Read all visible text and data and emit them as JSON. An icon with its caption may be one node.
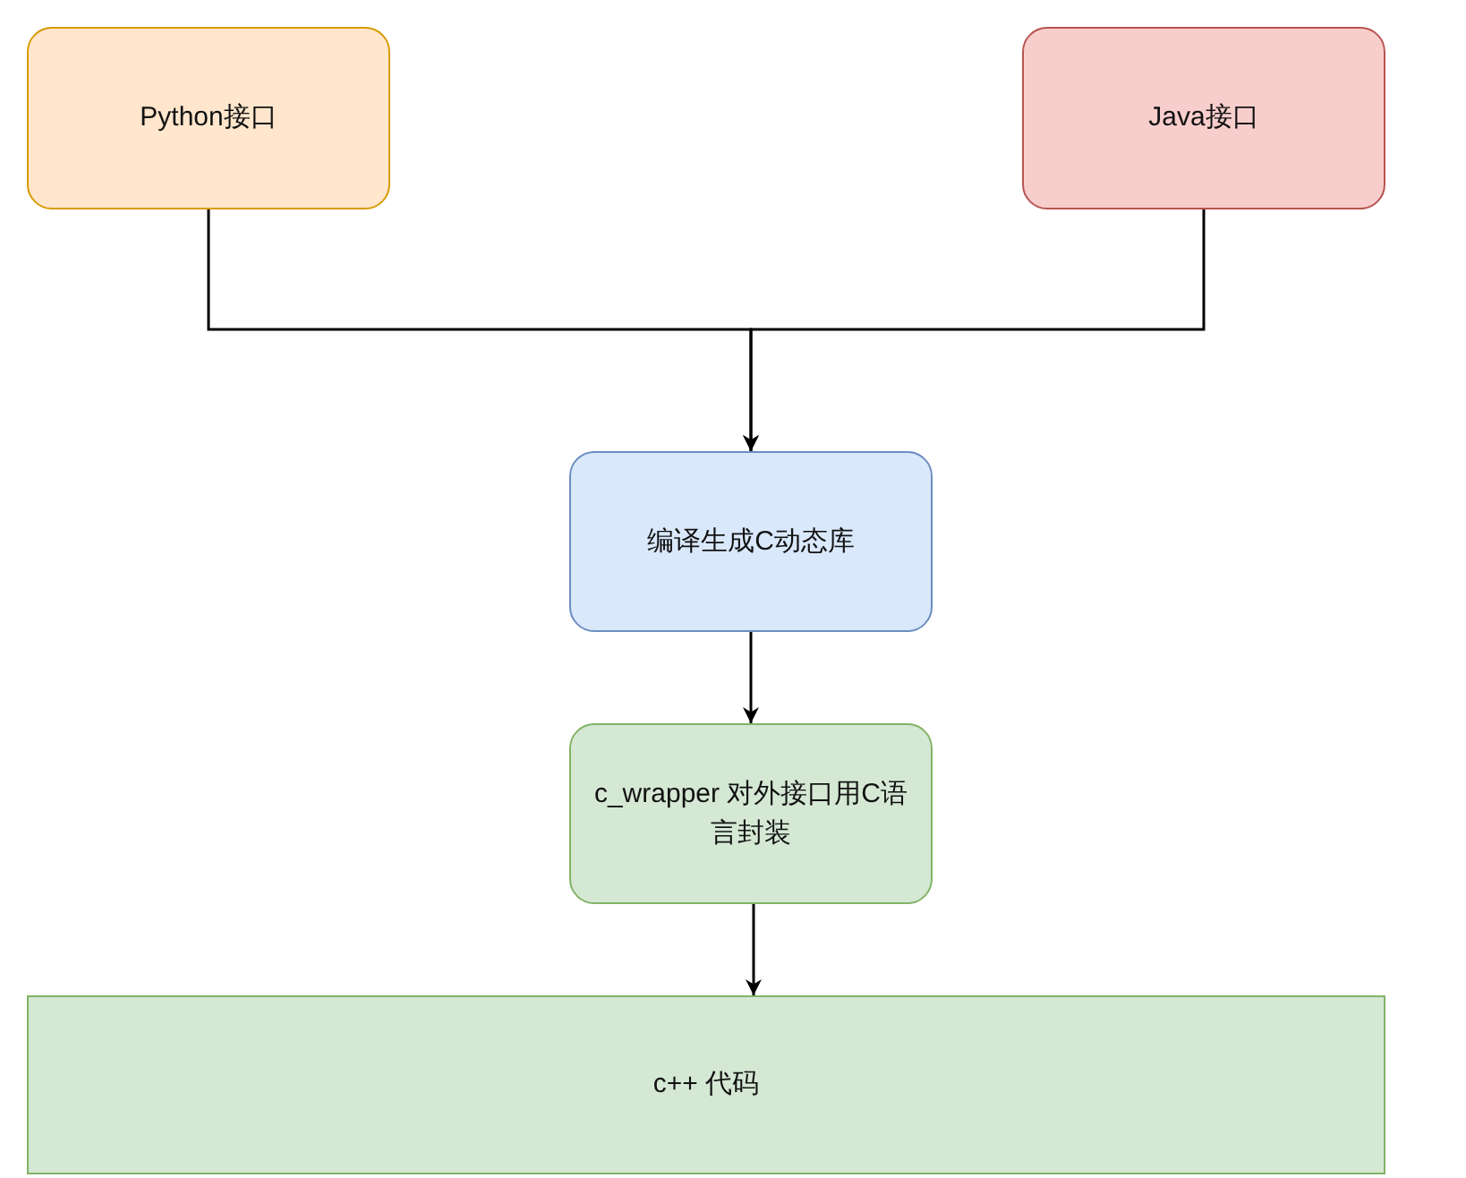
{
  "diagram": {
    "nodes": [
      {
        "text": [
          "Python接口"
        ]
      },
      {
        "text": [
          "Java接口"
        ]
      },
      {
        "text": [
          "编译生成C动态库"
        ]
      },
      {
        "text": [
          "c_wrapper 对外接口用C语言封装"
        ]
      },
      {
        "text": [
          "c++ 代码"
        ]
      }
    ],
    "edges": [
      {
        "from": 0,
        "to": 2,
        "arrow": "to"
      },
      {
        "from": 1,
        "to": 2,
        "arrow": "to"
      },
      {
        "from": 2,
        "to": 3,
        "arrow": "to"
      },
      {
        "from": 3,
        "to": 4,
        "arrow": "to"
      }
    ]
  }
}
